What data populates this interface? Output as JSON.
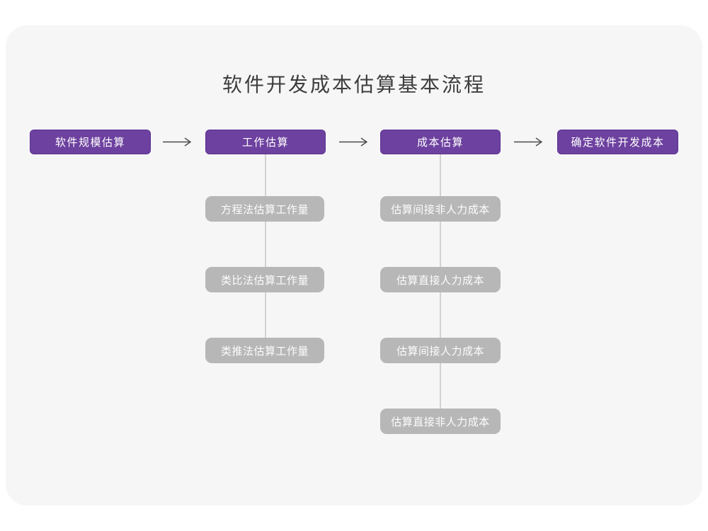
{
  "title": "软件开发成本估算基本流程",
  "flow": {
    "stages": [
      {
        "label": "软件规模估算",
        "substeps": []
      },
      {
        "label": "工作估算",
        "substeps": [
          "方程法估算工作量",
          "类比法估算工作量",
          "类推法估算工作量"
        ]
      },
      {
        "label": "成本估算",
        "substeps": [
          "估算间接非人力成本",
          "估算直接人力成本",
          "估算间接人力成本",
          "估算直接非人力成本"
        ]
      },
      {
        "label": "确定软件开发成本",
        "substeps": []
      }
    ],
    "arrow_count": 3
  },
  "colors": {
    "page_bg": "#ffffff",
    "card_bg": "#f6f6f7",
    "stage_fill": "#6d419f",
    "stage_border": "#5c3191",
    "substep_fill": "#b7b7b7",
    "node_text": "#ffffff",
    "connector_line": "#d2d2d2",
    "arrow": "#4a4a4a",
    "title_text": "#3d3d3d"
  }
}
